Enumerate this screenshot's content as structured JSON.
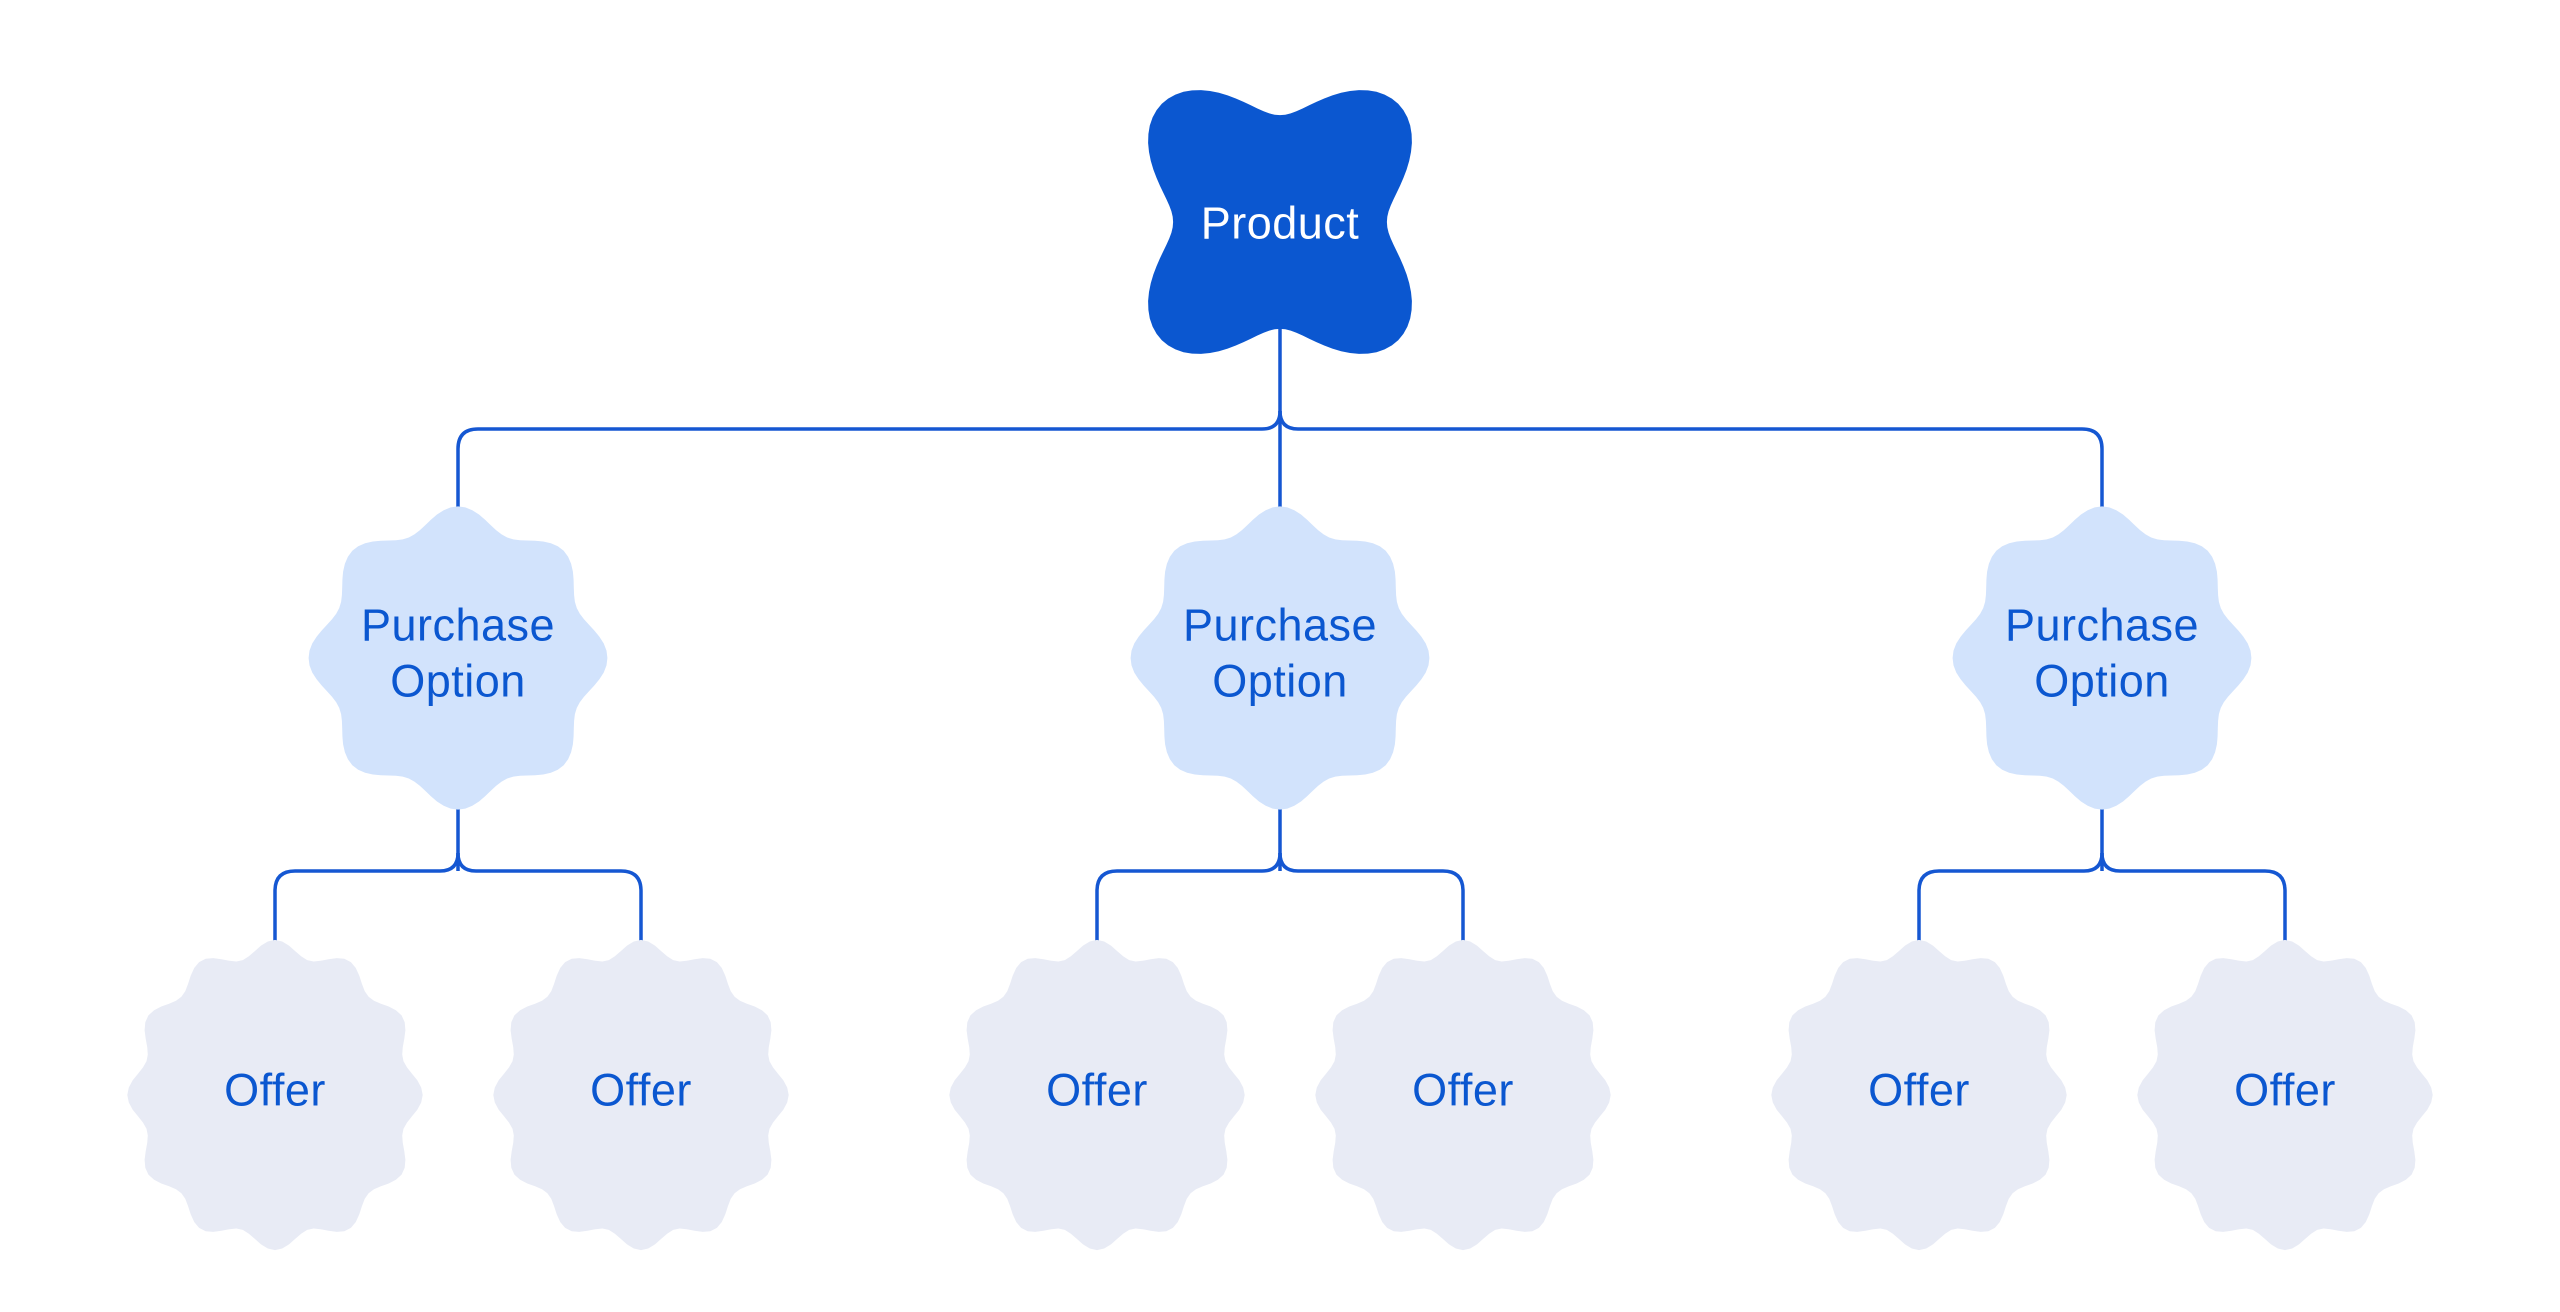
{
  "page": {
    "background": "#FFFFFF"
  },
  "diagram": {
    "type": "tree",
    "root": {
      "label": "Product"
    },
    "purchase_options": [
      {
        "lines": [
          "Purchase",
          "Option"
        ],
        "offers": [
          {
            "label": "Offer"
          },
          {
            "label": "Offer"
          }
        ]
      },
      {
        "lines": [
          "Purchase",
          "Option"
        ],
        "offers": [
          {
            "label": "Offer"
          },
          {
            "label": "Offer"
          }
        ]
      },
      {
        "lines": [
          "Purchase",
          "Option"
        ],
        "offers": [
          {
            "label": "Offer"
          },
          {
            "label": "Offer"
          }
        ]
      }
    ],
    "colors": {
      "root_fill": "#0B57D0",
      "root_text": "#FFFFFF",
      "option_fill": "#D2E3FC",
      "option_text": "#0B57D0",
      "offer_fill": "#E8EBF5",
      "offer_text": "#0B57D0",
      "connector": "#1557D2",
      "background": "#FFFFFF"
    }
  }
}
